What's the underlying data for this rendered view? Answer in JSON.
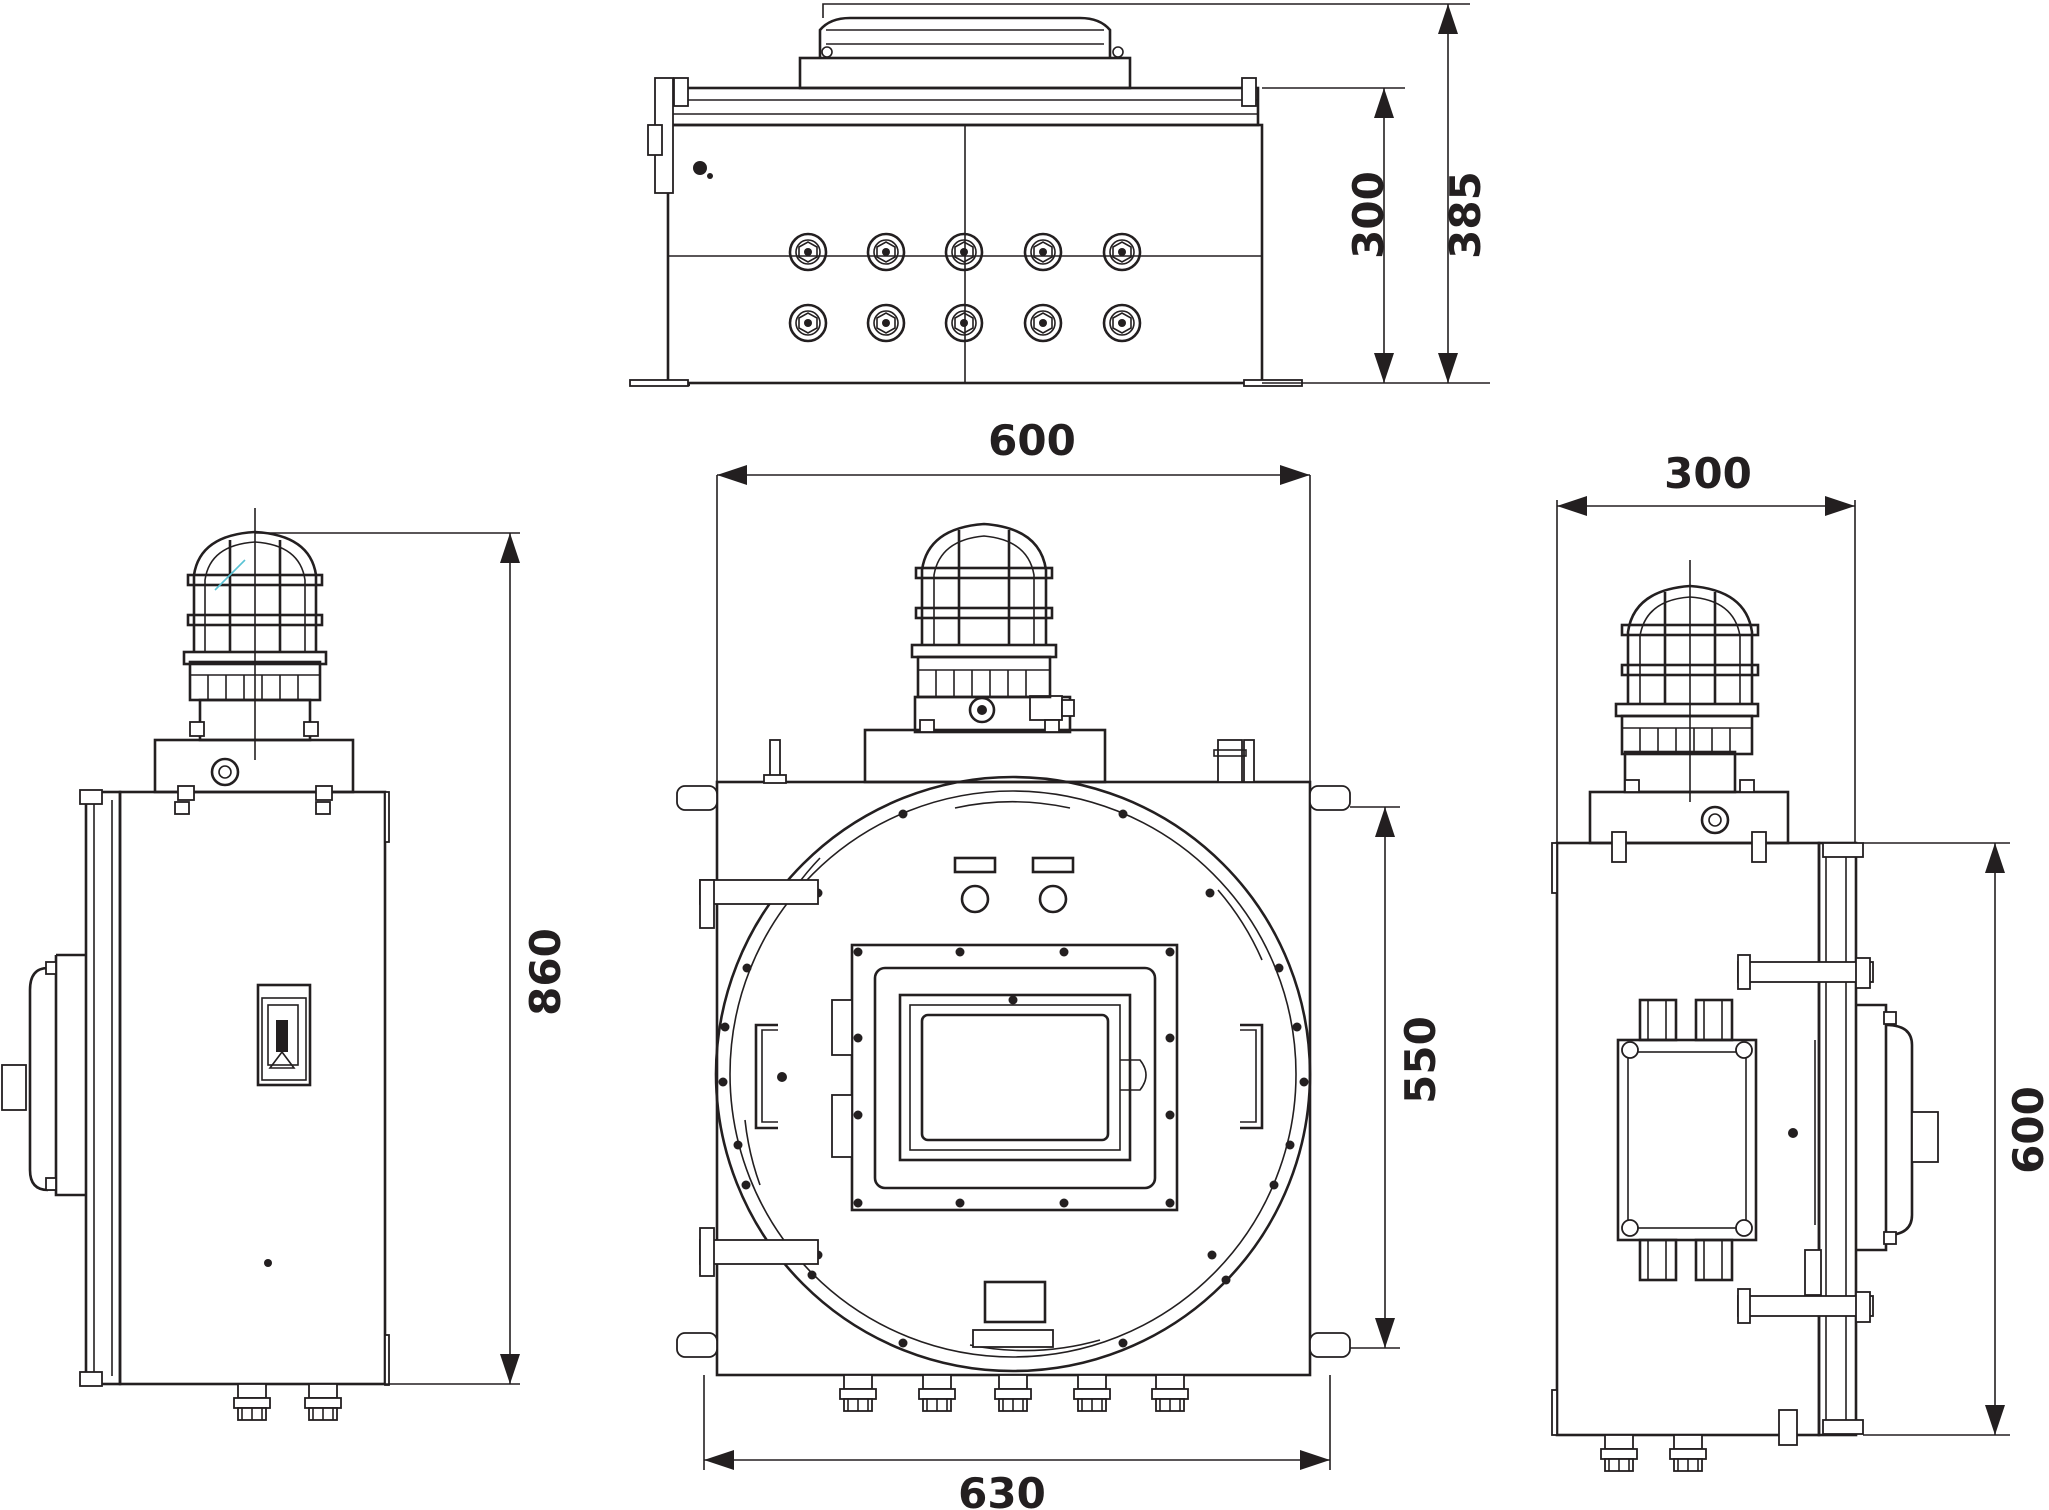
{
  "dimensions": {
    "top_height_body": "300",
    "top_height_total": "385",
    "front_width_body": "600",
    "front_width_total": "630",
    "front_height": "550",
    "left_height": "860",
    "right_width": "300",
    "right_height": "600"
  },
  "colors": {
    "line": "#231f20",
    "background": "#ffffff"
  },
  "icons": [
    "alarm-lamp-icon",
    "cable-gland-icon",
    "lifting-eye-icon",
    "handle-icon",
    "switch-icon",
    "grounding-icon"
  ]
}
